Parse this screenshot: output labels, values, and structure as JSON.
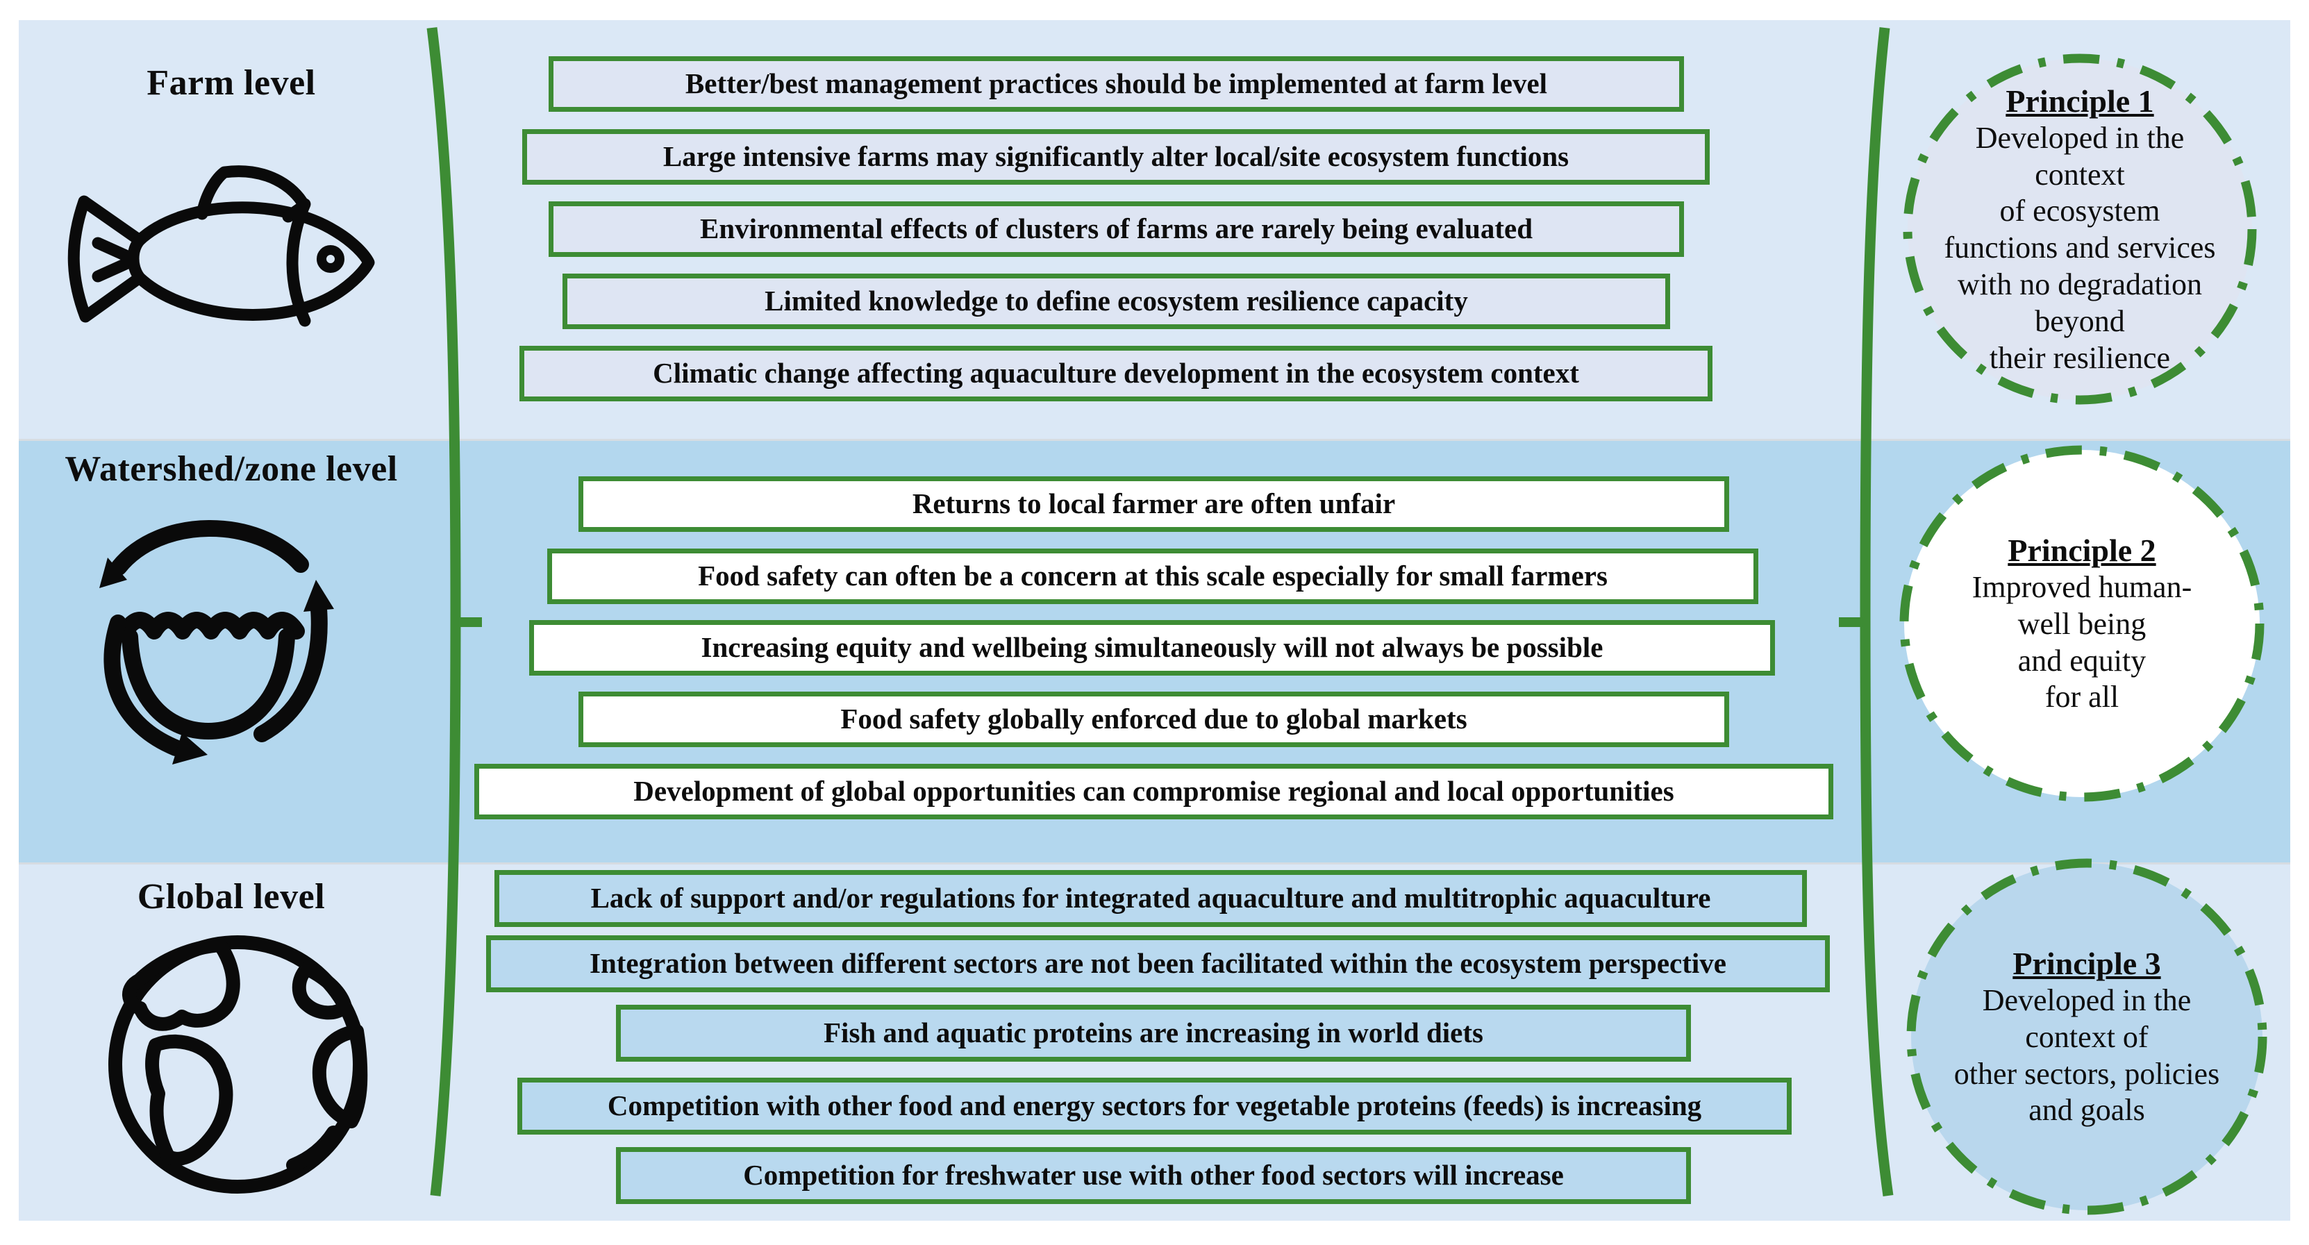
{
  "levels": [
    {
      "title": "Farm level",
      "icon": "fish-icon",
      "boxes": [
        "Better/best management practices should be implemented at farm level",
        "Large intensive farms may significantly alter local/site ecosystem functions",
        "Environmental effects of clusters of farms are rarely being evaluated",
        "Limited knowledge to define ecosystem resilience capacity",
        "Climatic change affecting aquaculture development in the ecosystem context"
      ]
    },
    {
      "title": "Watershed/zone level",
      "icon": "water-cycle-icon",
      "boxes": [
        "Returns to local farmer are often unfair",
        "Food safety can often be a concern at this scale especially for small farmers",
        "Increasing equity and wellbeing simultaneously will not always be possible",
        "Food safety globally enforced due to global markets",
        "Development of global opportunities can compromise regional and local opportunities"
      ]
    },
    {
      "title": "Global level",
      "icon": "globe-icon",
      "boxes": [
        "Lack of support and/or regulations for integrated aquaculture and multitrophic aquaculture",
        "Integration between different sectors are not been facilitated within the ecosystem perspective",
        "Fish and aquatic proteins are increasing in world diets",
        "Competition with other food and energy sectors for vegetable proteins (feeds) is increasing",
        "Competition for freshwater use with other food sectors will increase"
      ]
    }
  ],
  "principles": [
    {
      "title": "Principle 1",
      "lines": [
        "Developed in the",
        "context",
        "of ecosystem",
        "functions and services",
        "with no degradation",
        "beyond",
        "their resilience"
      ]
    },
    {
      "title": "Principle 2",
      "lines": [
        "Improved human-",
        "well being",
        "and equity",
        "for all"
      ]
    },
    {
      "title": "Principle 3",
      "lines": [
        "Developed in the",
        "context of",
        "other sectors, policies",
        "and goals"
      ]
    }
  ],
  "colors": {
    "accent_green": "#3d8c34",
    "band_light_blue": "#dbe8f6",
    "band_medium_blue": "#b3d7ee",
    "farm_box_fill": "#dee5f3",
    "watershed_box_fill": "#ffffff",
    "global_box_fill": "#b9d9ef",
    "principle1_fill": "#dfe5f2",
    "principle2_fill": "#ffffff",
    "principle3_fill": "#b9d7ed",
    "text": "#0d0d0d",
    "panel_border": "#b1b6bc"
  }
}
